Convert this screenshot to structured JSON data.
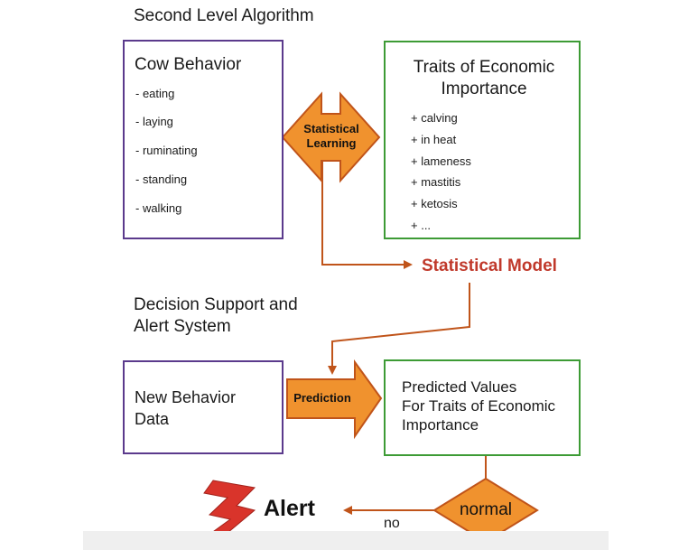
{
  "top_section": {
    "title": "Second Level Algorithm",
    "cow_behavior": {
      "title": "Cow Behavior",
      "items": [
        {
          "label": "- eating",
          "icon": "cow-eating-icon"
        },
        {
          "label": "- laying",
          "icon": "cow-laying-icon"
        },
        {
          "label": "- ruminating",
          "icon": "cow-head-icon"
        },
        {
          "label": "- standing",
          "icon": "cow-standing-icon"
        },
        {
          "label": "- walking",
          "icon": "cow-walking-icon"
        }
      ]
    },
    "traits": {
      "title_line1": "Traits of Economic",
      "title_line2": "Importance",
      "items": [
        "+ calving",
        "+ in heat",
        "+ lameness",
        "+ mastitis",
        "+ ketosis",
        "+ ..."
      ]
    },
    "statistical_learning": {
      "line1": "Statistical",
      "line2": "Learning"
    },
    "statistical_model": "Statistical Model"
  },
  "bottom_section": {
    "title_line1": "Decision Support and",
    "title_line2": "Alert System",
    "new_behavior": {
      "line1": "New Behavior",
      "line2": "Data"
    },
    "prediction": "Prediction",
    "predicted_values": {
      "line1": "Predicted Values",
      "line2": "For Traits of Economic",
      "line3": "Importance"
    },
    "normal": "normal",
    "no": "no",
    "alert": "Alert"
  },
  "colors": {
    "purple_border": "#5b3a8c",
    "green_border": "#3d9b35",
    "arrow_fill": "#f0922e",
    "arrow_stroke": "#c0541a",
    "model_text": "#c0392b",
    "lightning": "#d9342b"
  }
}
